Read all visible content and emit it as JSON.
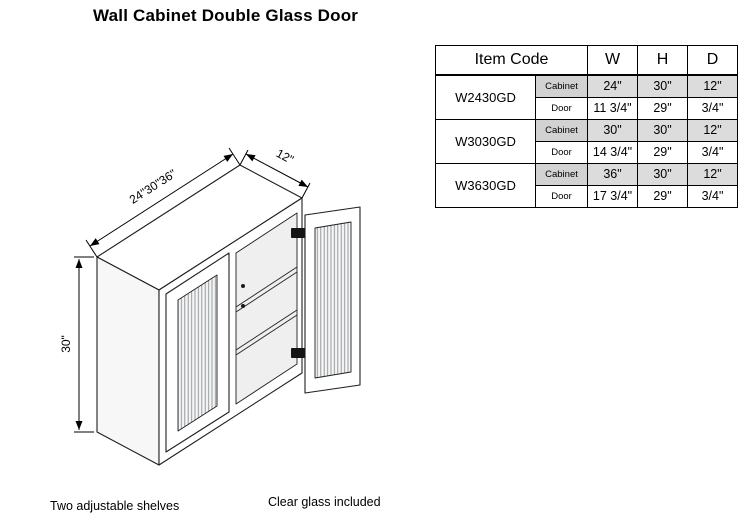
{
  "page": {
    "title": "Wall Cabinet Double Glass Door",
    "background": "#ffffff"
  },
  "diagram": {
    "width_dimension_label": "24\"30\"36\"",
    "depth_dimension_label": "12\"",
    "height_dimension_label": "30\""
  },
  "table": {
    "header": {
      "item_code": "Item Code",
      "w": "W",
      "h": "H",
      "d": "D"
    },
    "rows": [
      {
        "code": "W2430GD",
        "cabinet": {
          "label": "Cabinet",
          "w": "24\"",
          "h": "30\"",
          "d": "12\""
        },
        "door": {
          "label": "Door",
          "w": "11 3/4\"",
          "h": "29\"",
          "d": "3/4\""
        }
      },
      {
        "code": "W3030GD",
        "cabinet": {
          "label": "Cabinet",
          "w": "30\"",
          "h": "30\"",
          "d": "12\""
        },
        "door": {
          "label": "Door",
          "w": "14 3/4\"",
          "h": "29\"",
          "d": "3/4\""
        }
      },
      {
        "code": "W3630GD",
        "cabinet": {
          "label": "Cabinet",
          "w": "36\"",
          "h": "30\"",
          "d": "12\""
        },
        "door": {
          "label": "Door",
          "w": "17 3/4\"",
          "h": "29\"",
          "d": "3/4\""
        }
      }
    ]
  },
  "notes": {
    "shelves": "Two adjustable shelves",
    "glass": "Clear glass included"
  },
  "colors": {
    "cabinet_row_shade": "#d9d9d9",
    "line_color": "#000000"
  }
}
